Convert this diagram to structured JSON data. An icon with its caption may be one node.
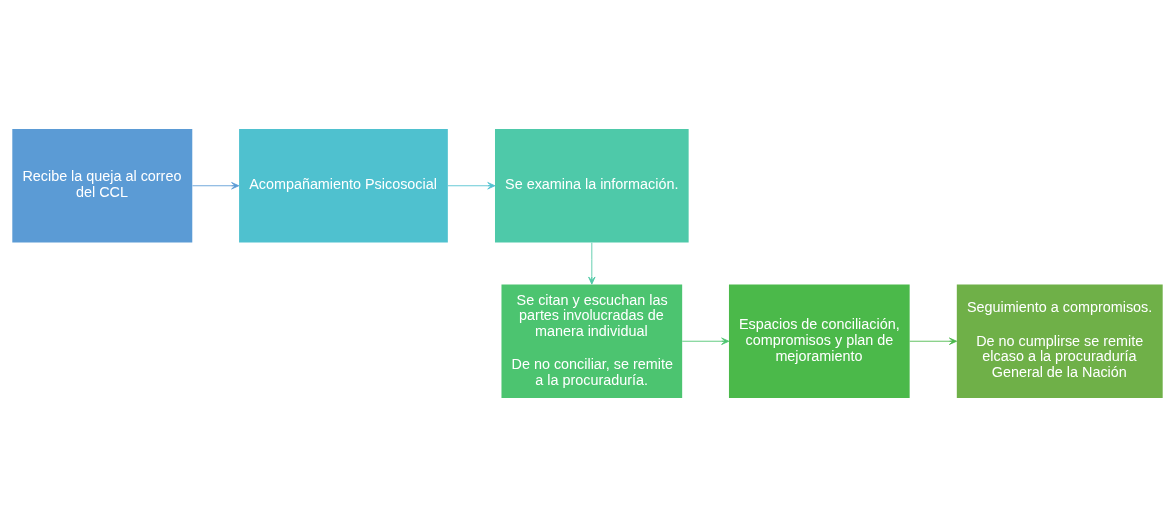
{
  "diagram": {
    "nodes": [
      {
        "text": [
          "Recibe la queja al correo del CCL"
        ]
      },
      {
        "text": [
          "Acompañamiento Psicosocial"
        ]
      },
      {
        "text": [
          "Se examina la información."
        ]
      },
      {
        "text": [
          "Se citan y escuchan las partes involucradas de manera individual",
          "De no conciliar, se remite a la procuraduría."
        ]
      },
      {
        "text": [
          "Espacios de conciliación, compromisos y plan de mejoramiento"
        ]
      },
      {
        "text": [
          "Seguimiento a compromisos.",
          "De no cumplirse se remite elcaso a la procuraduría General de la Nación"
        ]
      }
    ],
    "edges": [
      {
        "from": 0,
        "to": 1,
        "arrow": "to",
        "color": "#5b9bd5"
      },
      {
        "from": 1,
        "to": 2,
        "arrow": "to",
        "color": "#4fc1cf"
      },
      {
        "from": 2,
        "to": 3,
        "arrow": "to",
        "color": "#4ec9a5"
      },
      {
        "from": 3,
        "to": 4,
        "arrow": "to",
        "color": "#4cc46f"
      },
      {
        "from": 4,
        "to": 5,
        "arrow": "to",
        "color": "#4bb84a"
      }
    ]
  }
}
